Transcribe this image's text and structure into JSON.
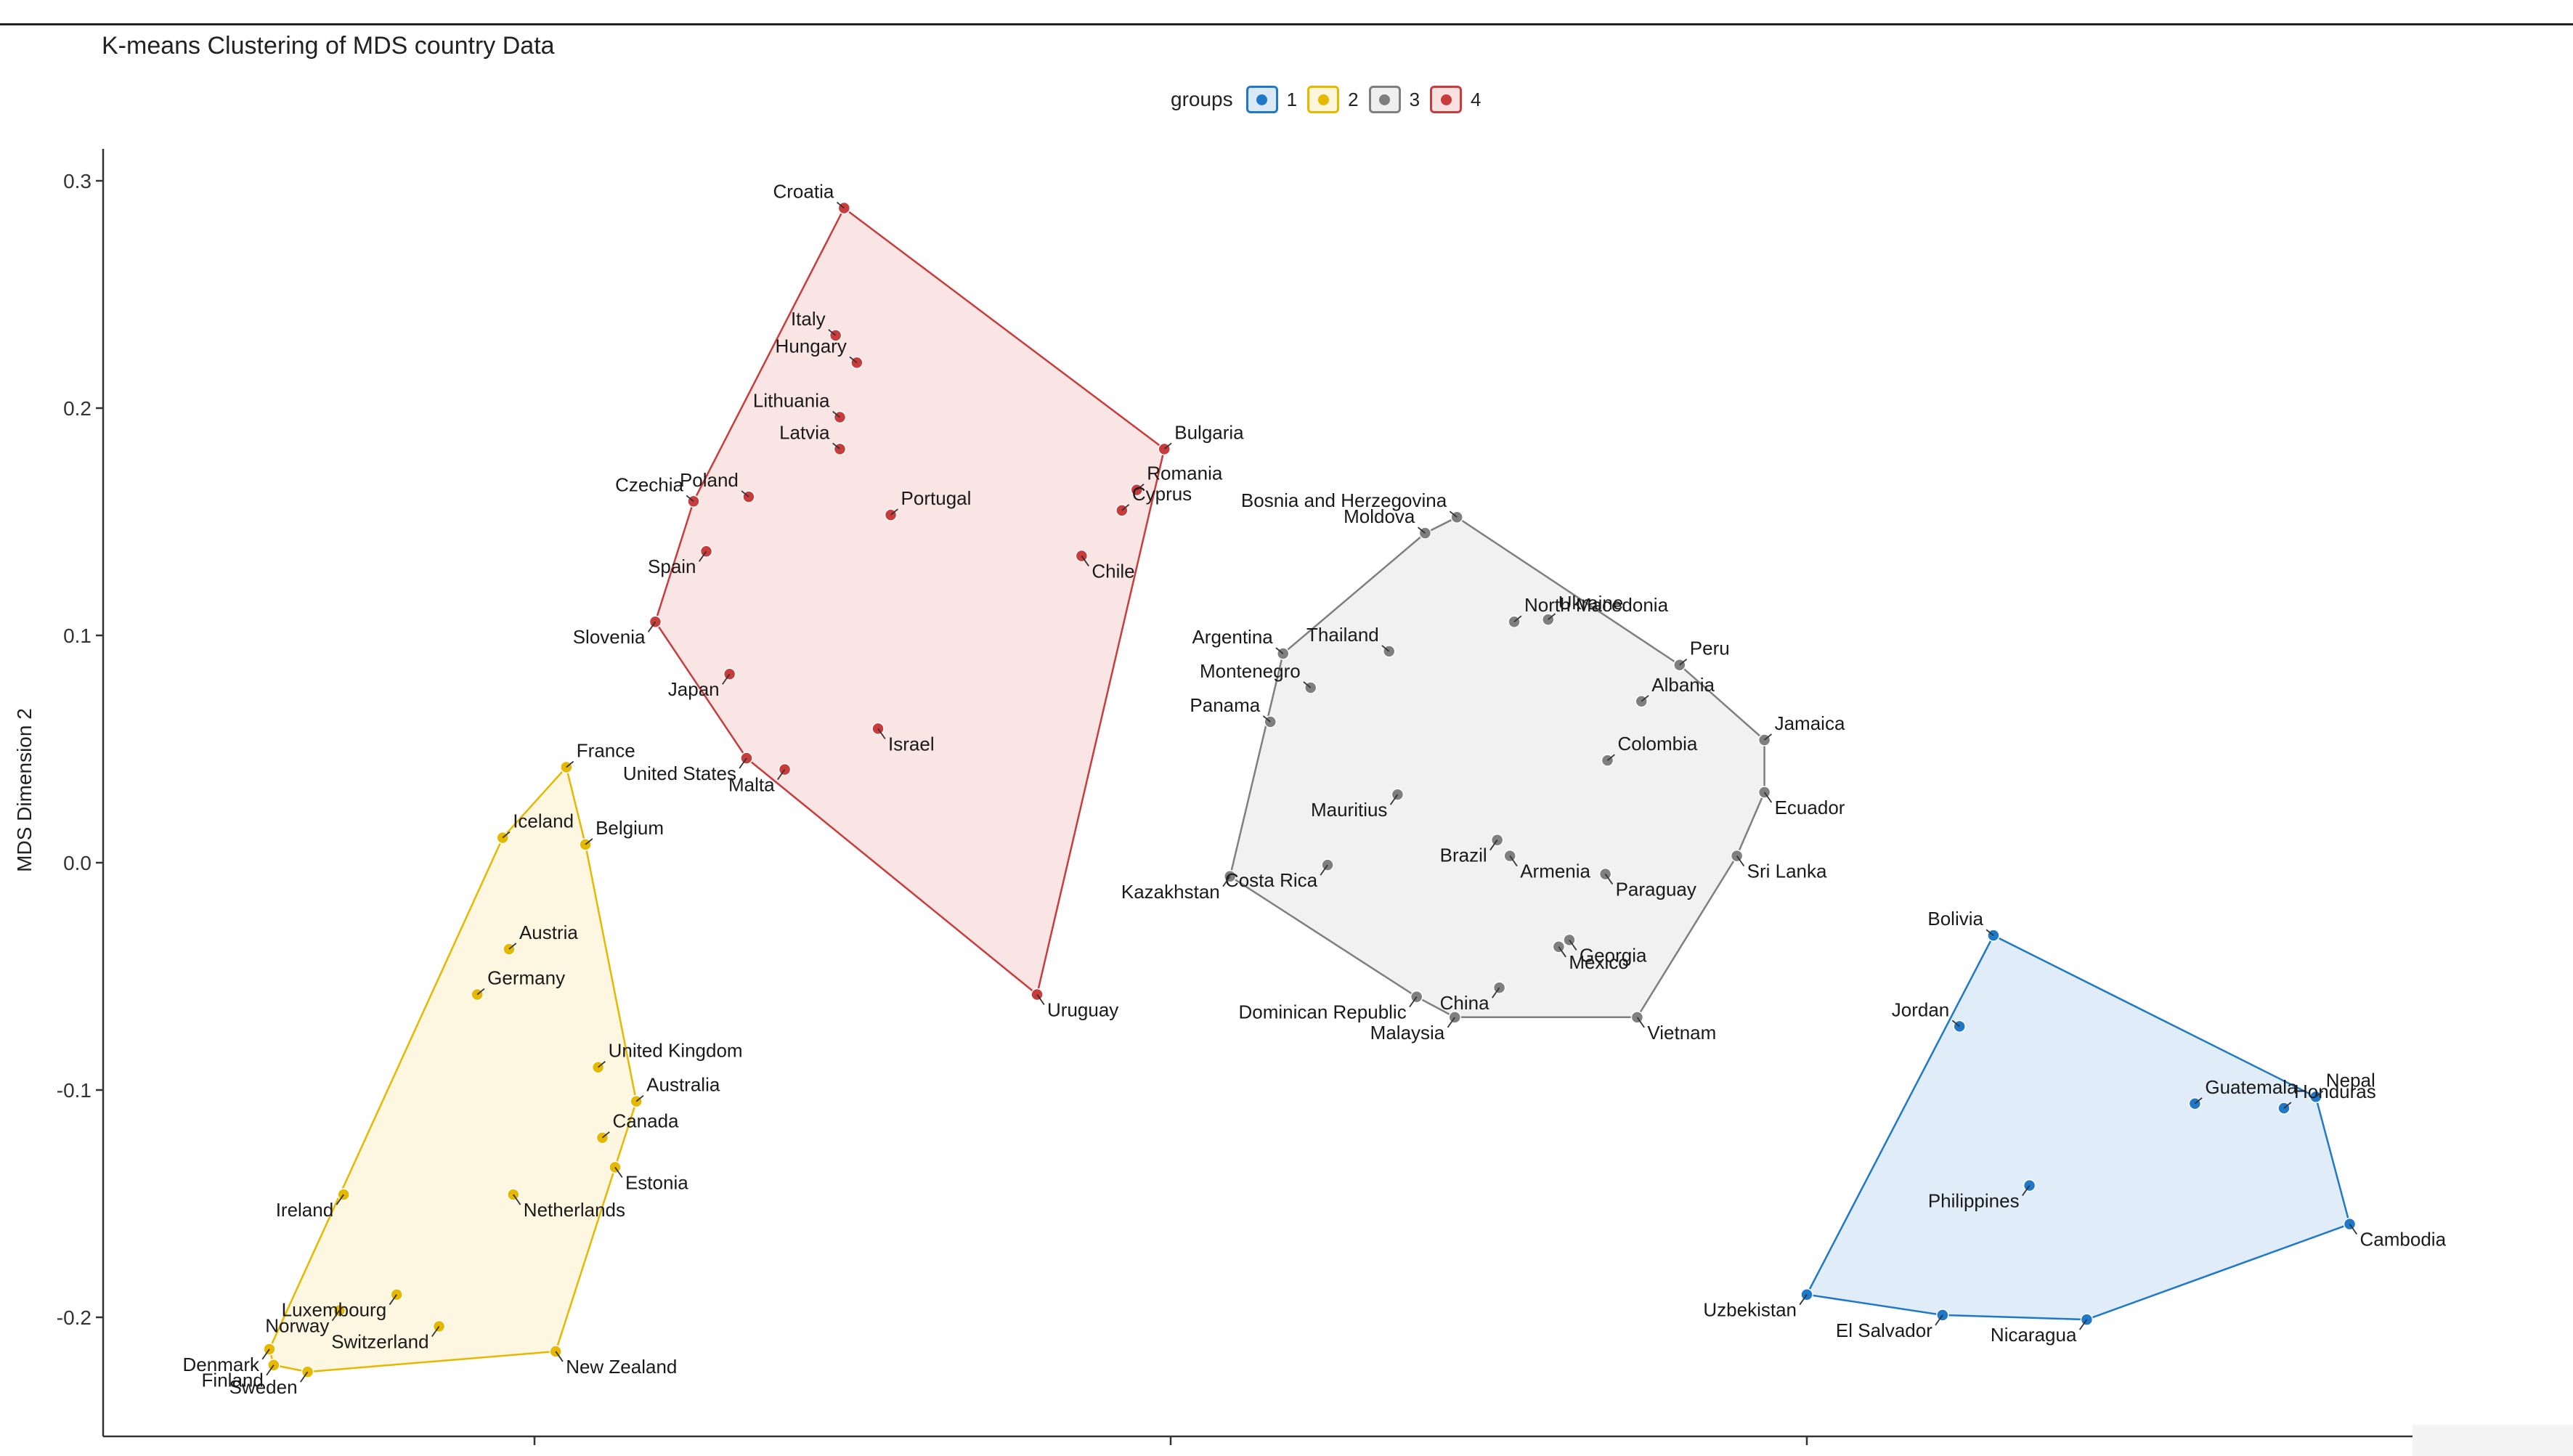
{
  "chart_data": {
    "type": "scatter",
    "title": "K-means Clustering of MDS country Data",
    "xlabel": "",
    "ylabel": "MDS Dimension 2",
    "ylim": [
      -0.25,
      0.32
    ],
    "xlim": [
      -0.5,
      0.5
    ],
    "y_ticks": [
      0.3,
      0.2,
      0.1,
      0.0,
      -0.1,
      -0.2
    ],
    "y_tick_labels": [
      "0.3",
      "0.2",
      "0.1",
      "0.0",
      "-0.1",
      "-0.2"
    ],
    "x_ticks": [
      -0.3,
      0.0,
      0.3
    ],
    "grid": false,
    "legend_title": "groups",
    "legend_position": "top",
    "hull": "convex",
    "series": [
      {
        "name": "1",
        "color": "#1f78c8",
        "fill": "#dbe9f6",
        "points": [
          {
            "label": "Bolivia",
            "x": 0.388,
            "y": -0.032
          },
          {
            "label": "Jordan",
            "x": 0.372,
            "y": -0.072
          },
          {
            "label": "Guatemala",
            "x": 0.483,
            "y": -0.106
          },
          {
            "label": "Honduras",
            "x": 0.525,
            "y": -0.108
          },
          {
            "label": "Nepal",
            "x": 0.54,
            "y": -0.103
          },
          {
            "label": "Philippines",
            "x": 0.405,
            "y": -0.142
          },
          {
            "label": "Cambodia",
            "x": 0.556,
            "y": -0.159
          },
          {
            "label": "Uzbekistan",
            "x": 0.3,
            "y": -0.19
          },
          {
            "label": "El Salvador",
            "x": 0.364,
            "y": -0.199
          },
          {
            "label": "Nicaragua",
            "x": 0.432,
            "y": -0.201
          }
        ]
      },
      {
        "name": "2",
        "color": "#e6b800",
        "fill": "#fdf6dc",
        "points": [
          {
            "label": "France",
            "x": -0.285,
            "y": 0.042
          },
          {
            "label": "Belgium",
            "x": -0.276,
            "y": 0.008
          },
          {
            "label": "Iceland",
            "x": -0.315,
            "y": 0.011
          },
          {
            "label": "Austria",
            "x": -0.312,
            "y": -0.038
          },
          {
            "label": "Germany",
            "x": -0.327,
            "y": -0.058
          },
          {
            "label": "United Kingdom",
            "x": -0.27,
            "y": -0.09
          },
          {
            "label": "Australia",
            "x": -0.252,
            "y": -0.105
          },
          {
            "label": "Canada",
            "x": -0.268,
            "y": -0.121
          },
          {
            "label": "Estonia",
            "x": -0.262,
            "y": -0.134
          },
          {
            "label": "Netherlands",
            "x": -0.31,
            "y": -0.146
          },
          {
            "label": "Ireland",
            "x": -0.39,
            "y": -0.146
          },
          {
            "label": "Luxembourg",
            "x": -0.365,
            "y": -0.19
          },
          {
            "label": "Norway",
            "x": -0.392,
            "y": -0.197
          },
          {
            "label": "Switzerland",
            "x": -0.345,
            "y": -0.204
          },
          {
            "label": "New Zealand",
            "x": -0.29,
            "y": -0.215
          },
          {
            "label": "Denmark",
            "x": -0.425,
            "y": -0.214
          },
          {
            "label": "Sweden",
            "x": -0.407,
            "y": -0.224
          },
          {
            "label": "Finland",
            "x": -0.423,
            "y": -0.221
          }
        ]
      },
      {
        "name": "3",
        "color": "#7f7f7f",
        "fill": "#efefef",
        "points": [
          {
            "label": "Bosnia and Herzegovina",
            "x": 0.135,
            "y": 0.152
          },
          {
            "label": "Moldova",
            "x": 0.12,
            "y": 0.145
          },
          {
            "label": "Ukraine",
            "x": 0.178,
            "y": 0.107
          },
          {
            "label": "North Macedonia",
            "x": 0.162,
            "y": 0.106
          },
          {
            "label": "Thailand",
            "x": 0.103,
            "y": 0.093
          },
          {
            "label": "Argentina",
            "x": 0.053,
            "y": 0.092
          },
          {
            "label": "Peru",
            "x": 0.24,
            "y": 0.087
          },
          {
            "label": "Montenegro",
            "x": 0.066,
            "y": 0.077
          },
          {
            "label": "Albania",
            "x": 0.222,
            "y": 0.071
          },
          {
            "label": "Panama",
            "x": 0.047,
            "y": 0.062
          },
          {
            "label": "Jamaica",
            "x": 0.28,
            "y": 0.054
          },
          {
            "label": "Colombia",
            "x": 0.206,
            "y": 0.045
          },
          {
            "label": "Mauritius",
            "x": 0.107,
            "y": 0.03
          },
          {
            "label": "Ecuador",
            "x": 0.28,
            "y": 0.031
          },
          {
            "label": "Brazil",
            "x": 0.154,
            "y": 0.01
          },
          {
            "label": "Armenia",
            "x": 0.16,
            "y": 0.003
          },
          {
            "label": "Sri Lanka",
            "x": 0.267,
            "y": 0.003
          },
          {
            "label": "Costa Rica",
            "x": 0.074,
            "y": -0.001
          },
          {
            "label": "Paraguay",
            "x": 0.205,
            "y": -0.005
          },
          {
            "label": "Kazakhstan",
            "x": 0.028,
            "y": -0.006
          },
          {
            "label": "Georgia",
            "x": 0.188,
            "y": -0.034
          },
          {
            "label": "Mexico",
            "x": 0.183,
            "y": -0.037
          },
          {
            "label": "Dominican Republic",
            "x": 0.116,
            "y": -0.059
          },
          {
            "label": "China",
            "x": 0.155,
            "y": -0.055
          },
          {
            "label": "Malaysia",
            "x": 0.134,
            "y": -0.068
          },
          {
            "label": "Vietnam",
            "x": 0.22,
            "y": -0.068
          }
        ]
      },
      {
        "name": "4",
        "color": "#c83c3c",
        "fill": "#f9e1e1",
        "points": [
          {
            "label": "Croatia",
            "x": -0.154,
            "y": 0.288
          },
          {
            "label": "Italy",
            "x": -0.158,
            "y": 0.232
          },
          {
            "label": "Hungary",
            "x": -0.148,
            "y": 0.22
          },
          {
            "label": "Lithuania",
            "x": -0.156,
            "y": 0.196
          },
          {
            "label": "Bulgaria",
            "x": -0.003,
            "y": 0.182
          },
          {
            "label": "Latvia",
            "x": -0.156,
            "y": 0.182
          },
          {
            "label": "Romania",
            "x": -0.016,
            "y": 0.164
          },
          {
            "label": "Poland",
            "x": -0.199,
            "y": 0.161
          },
          {
            "label": "Czechia",
            "x": -0.225,
            "y": 0.159
          },
          {
            "label": "Cyprus",
            "x": -0.023,
            "y": 0.155
          },
          {
            "label": "Portugal",
            "x": -0.132,
            "y": 0.153
          },
          {
            "label": "Spain",
            "x": -0.219,
            "y": 0.137
          },
          {
            "label": "Chile",
            "x": -0.042,
            "y": 0.135
          },
          {
            "label": "Slovenia",
            "x": -0.243,
            "y": 0.106
          },
          {
            "label": "Japan",
            "x": -0.208,
            "y": 0.083
          },
          {
            "label": "Israel",
            "x": -0.138,
            "y": 0.059
          },
          {
            "label": "United States",
            "x": -0.2,
            "y": 0.046
          },
          {
            "label": "Malta",
            "x": -0.182,
            "y": 0.041
          },
          {
            "label": "Uruguay",
            "x": -0.063,
            "y": -0.058
          }
        ]
      }
    ]
  }
}
